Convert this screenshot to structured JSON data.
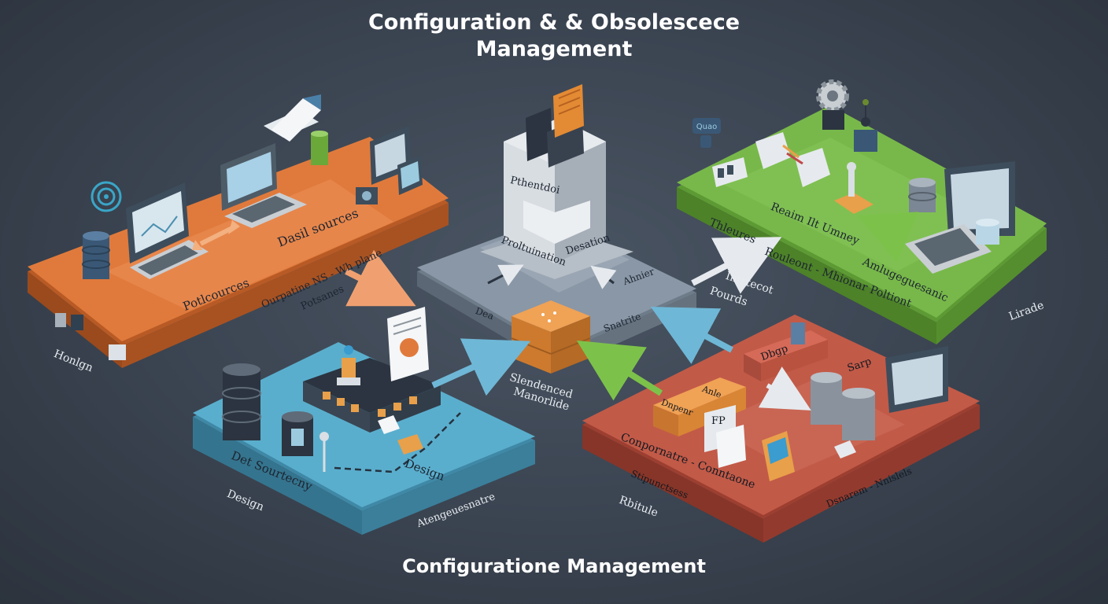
{
  "title_line1": "Configuration & & Obsolescece",
  "title_line2": "Management",
  "footer_title": "Configuratione Management",
  "colors": {
    "orange_panel": "#e07a3c",
    "blue_panel": "#5aaecd",
    "green_panel": "#78b84a",
    "red_panel": "#c25a48",
    "center_panel": "#8a97a6",
    "arrow_blue": "#6fb7d6",
    "arrow_green": "#7cc24a",
    "arrow_orange": "#f0a070",
    "arrow_white": "#e6eaee"
  },
  "panels": {
    "orange": {
      "label_1": "Dasil sources",
      "label_2": "Potlcources",
      "label_3": "Ourpatine NS - Wh plane",
      "label_4": "Potsanes",
      "label_5": "Honlgn"
    },
    "center": {
      "server_label": "Pthentdoi",
      "label_1": "Proltuination",
      "label_2": "Desation",
      "label_3": "Ahnier",
      "label_4": "Dea",
      "label_5": "Snatrite",
      "label_6": "Slendenced",
      "label_7": "Manorlide"
    },
    "green": {
      "tag": "Quao",
      "label_1": "Thleures",
      "label_2": "Reaim Ilt Umney",
      "label_3": "Rouleont - Mhionar Poltiont",
      "label_4": "Amlugeguesanic",
      "label_5": "Intrtecot",
      "label_6": "Pourds",
      "label_7": "Lirade"
    },
    "blue": {
      "label_1": "Det Sourtecny",
      "label_2": "Design",
      "label_3": "Design",
      "label_4": "Atengeuesnatre"
    },
    "red": {
      "label_1": "Dbgp",
      "label_2": "Sarp",
      "label_3": "Dnpenr",
      "label_4": "Anle",
      "label_5": "FP",
      "label_6": "Conpornatre - Conntaone",
      "label_7": "Stipunctsess",
      "label_8": "Rbitule",
      "label_9": "Dsnarem - Nnislels"
    }
  }
}
